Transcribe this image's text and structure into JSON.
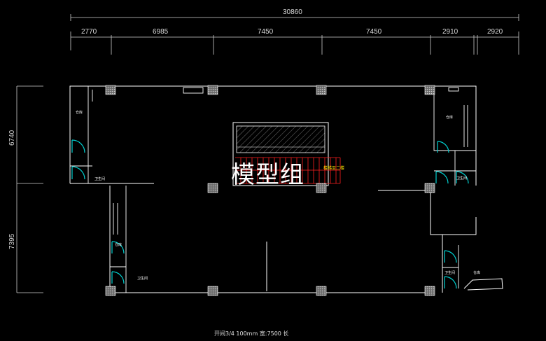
{
  "dimensions": {
    "overall_top": "30860",
    "top_segments": [
      "2770",
      "6985",
      "7450",
      "7450",
      "2910",
      "2920"
    ],
    "left_segments": [
      "6740",
      "7395"
    ]
  },
  "rooms": {
    "left_top_room": "仓库",
    "left_toilet": "卫生间",
    "mid_left_room": "仓库",
    "mid_left_toilet": "卫生间",
    "right_top_room": "仓库",
    "right_toilet": "卫生间",
    "right_bottom_toilet": "卫生间",
    "right_bottom_room": "仓库"
  },
  "stair_note": "楼梯至二楼",
  "watermark": "模型组",
  "caption": "开间3/4 100mm 宽:7500 长",
  "colors": {
    "background": "#000000",
    "wall": "#ffffff",
    "door": "#00d0d0",
    "stair": "#ff2020",
    "column_fill": "#9a9a9a"
  }
}
